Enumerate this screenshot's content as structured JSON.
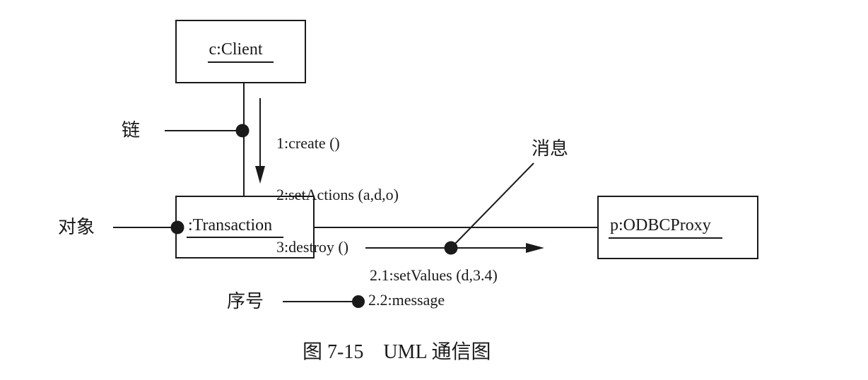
{
  "diagram": {
    "type": "uml-communication-diagram",
    "objects": {
      "client": "c:Client",
      "transaction": ":Transaction",
      "odbcproxy": "p:ODBCProxy"
    },
    "link_messages": [
      "1:create ()",
      "2:setActions (a,d,o)",
      "3:destroy ()"
    ],
    "flow_messages": {
      "set_values": "2.1:setValues (d,3.4)",
      "message": "2.2:message"
    },
    "callouts": {
      "link": "链",
      "object": "对象",
      "message": "消息",
      "sequence_number": "序号"
    },
    "caption": "图 7-15　UML 通信图",
    "colors": {
      "ink": "#1a1a1a",
      "background": "#ffffff"
    }
  }
}
